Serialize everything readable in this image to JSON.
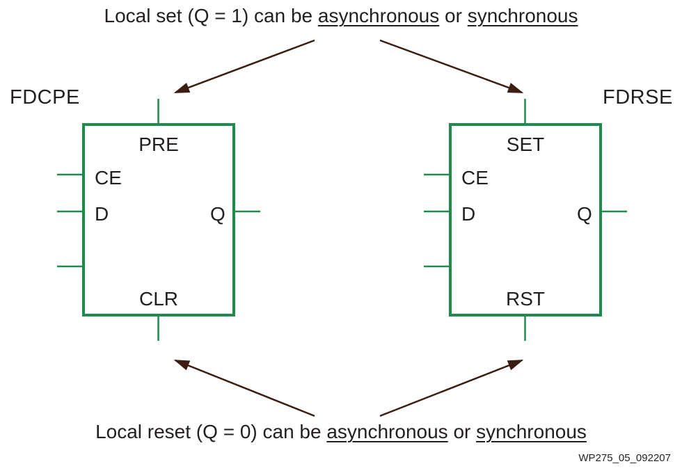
{
  "colors": {
    "box_green": "#1e8a4c",
    "arrow_maroon": "#3b1d12",
    "text": "#231f20"
  },
  "captions": {
    "top": {
      "prefix": "Local set (Q = 1) can be ",
      "underlined_1": "asynchronous",
      "middle": " or ",
      "underlined_2": "synchronous"
    },
    "bottom": {
      "prefix": "Local reset (Q = 0) can be ",
      "underlined_1": "asynchronous",
      "middle": " or ",
      "underlined_2": "synchronous"
    }
  },
  "flipflops": [
    {
      "name": "FDCPE",
      "pins": {
        "top": "PRE",
        "ce": "CE",
        "d": "D",
        "q": "Q",
        "bottom": "CLR"
      }
    },
    {
      "name": "FDRSE",
      "pins": {
        "top": "SET",
        "ce": "CE",
        "d": "D",
        "q": "Q",
        "bottom": "RST"
      }
    }
  ],
  "watermark": "WP275_05_092207"
}
